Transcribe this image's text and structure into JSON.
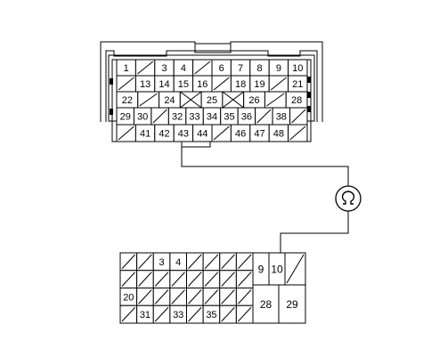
{
  "connector_top": {
    "rows": [
      [
        {
          "label": "1"
        },
        {
          "label": "",
          "blank": true
        },
        {
          "label": "3"
        },
        {
          "label": "4"
        },
        {
          "label": "",
          "blank": true
        },
        {
          "label": "6"
        },
        {
          "label": "7"
        },
        {
          "label": "8"
        },
        {
          "label": "9"
        },
        {
          "label": "10"
        }
      ],
      [
        {
          "label": "",
          "blank": true
        },
        {
          "label": "13"
        },
        {
          "label": "14"
        },
        {
          "label": "15"
        },
        {
          "label": "16"
        },
        {
          "label": "",
          "blank": true
        },
        {
          "label": "18"
        },
        {
          "label": "19"
        },
        {
          "label": "",
          "blank": true
        },
        {
          "label": "21"
        }
      ],
      [
        {
          "label": "22"
        },
        {
          "label": "",
          "blank": true
        },
        {
          "label": "24"
        },
        {
          "label": "",
          "cross": true
        },
        {
          "label": "25"
        },
        {
          "label": "",
          "cross": true
        },
        {
          "label": "26"
        },
        {
          "label": "",
          "blank": true
        },
        {
          "label": "28"
        }
      ],
      [
        {
          "label": "29"
        },
        {
          "label": "30"
        },
        {
          "label": "",
          "blank": true
        },
        {
          "label": "32"
        },
        {
          "label": "33"
        },
        {
          "label": "34"
        },
        {
          "label": "35"
        },
        {
          "label": "36"
        },
        {
          "label": "",
          "blank": true
        },
        {
          "label": "38"
        },
        {
          "label": "",
          "blank": true
        }
      ],
      [
        {
          "label": "",
          "blank": true
        },
        {
          "label": "41"
        },
        {
          "label": "42"
        },
        {
          "label": "43"
        },
        {
          "label": "44"
        },
        {
          "label": "",
          "blank": true
        },
        {
          "label": "46"
        },
        {
          "label": "47"
        },
        {
          "label": "48"
        },
        {
          "label": "",
          "blank": true
        }
      ]
    ]
  },
  "connector_bottom": {
    "left_rows": [
      [
        {
          "label": "",
          "blank": true
        },
        {
          "label": "",
          "blank": true
        },
        {
          "label": "3"
        },
        {
          "label": "4"
        },
        {
          "label": "",
          "blank": true
        },
        {
          "label": "",
          "blank": true
        },
        {
          "label": "",
          "blank": true
        },
        {
          "label": "",
          "blank": true
        }
      ],
      [
        {
          "label": "",
          "blank": true
        },
        {
          "label": "",
          "blank": true
        },
        {
          "label": "",
          "blank": true
        },
        {
          "label": "",
          "blank": true
        },
        {
          "label": "",
          "blank": true
        },
        {
          "label": "",
          "blank": true
        },
        {
          "label": "",
          "blank": true
        },
        {
          "label": "",
          "blank": true
        }
      ],
      [
        {
          "label": "20"
        },
        {
          "label": "",
          "blank": true
        },
        {
          "label": "",
          "blank": true
        },
        {
          "label": "",
          "blank": true
        },
        {
          "label": "",
          "blank": true
        },
        {
          "label": "",
          "blank": true
        },
        {
          "label": "",
          "blank": true
        },
        {
          "label": "",
          "blank": true
        }
      ],
      [
        {
          "label": "",
          "blank": true
        },
        {
          "label": "31"
        },
        {
          "label": "",
          "blank": true
        },
        {
          "label": "33"
        },
        {
          "label": "",
          "blank": true
        },
        {
          "label": "35"
        },
        {
          "label": "",
          "blank": true
        },
        {
          "label": "",
          "blank": true
        }
      ]
    ],
    "right_top": [
      {
        "label": "9"
      },
      {
        "label": "10"
      },
      {
        "label": "",
        "blank": true
      }
    ],
    "right_bottom": [
      {
        "label": "28"
      },
      {
        "label": "29"
      }
    ]
  },
  "wire": {
    "from_pin": "43",
    "to_pin": "10",
    "ground_symbol": "ground-terminal-icon"
  }
}
